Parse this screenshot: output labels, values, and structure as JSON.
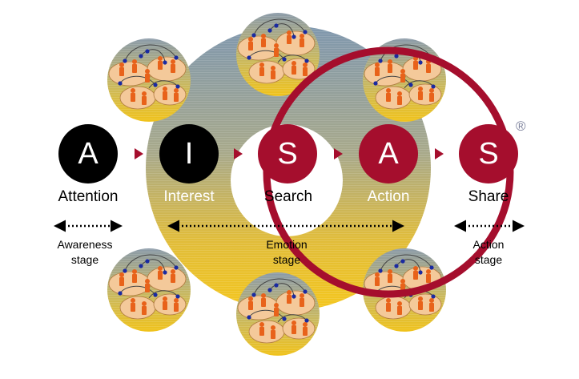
{
  "stages": [
    {
      "letter": "A",
      "label": "Attention",
      "color": "#000000"
    },
    {
      "letter": "I",
      "label": "Interest",
      "color": "#000000"
    },
    {
      "letter": "S",
      "label": "Search",
      "color": "#a50e2d"
    },
    {
      "letter": "A",
      "label": "Action",
      "color": "#a50e2d"
    },
    {
      "letter": "S",
      "label": "Share",
      "color": "#a50e2d"
    }
  ],
  "stage_groups": [
    {
      "line1": "Awareness",
      "line2": "stage"
    },
    {
      "line1": "Emotion",
      "line2": "stage"
    },
    {
      "line1": "Action",
      "line2": "stage"
    }
  ],
  "registered_mark": "®",
  "colors": {
    "accent_red": "#a50e2d",
    "arrow_red": "#a50e2d",
    "ring_top": "#8e9fab",
    "ring_bottom": "#f2c21c",
    "person_orange": "#e8621a",
    "node_blue": "#1a2aa0",
    "group_fill": "#f4c99a"
  },
  "icons": [
    "people-network-icon",
    "arrow-right-icon",
    "double-arrow-icon",
    "registered-icon"
  ]
}
